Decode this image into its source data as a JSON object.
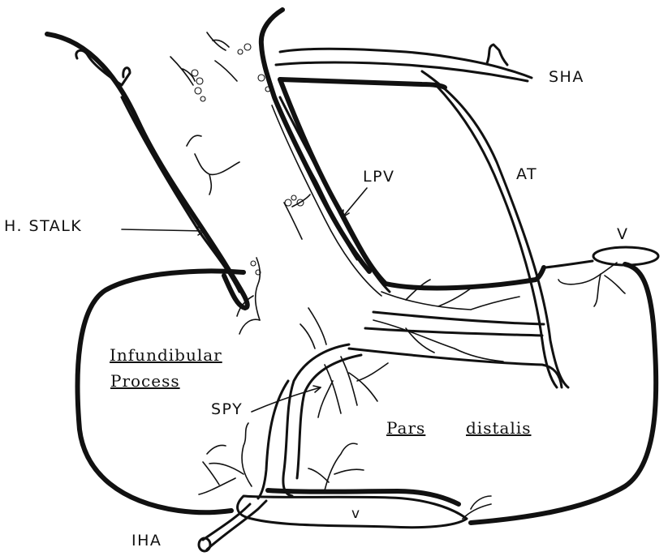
{
  "labels": {
    "sha": "SHA",
    "at": "AT",
    "lpv": "LPV",
    "h_stalk": "H. STALK",
    "v_top": "V",
    "infundibular": "Infundibular",
    "process": "Process",
    "spy": "SPY",
    "pars": "Pars",
    "distalis": "distalis",
    "v_bottom": "v",
    "iha": "IHA"
  }
}
